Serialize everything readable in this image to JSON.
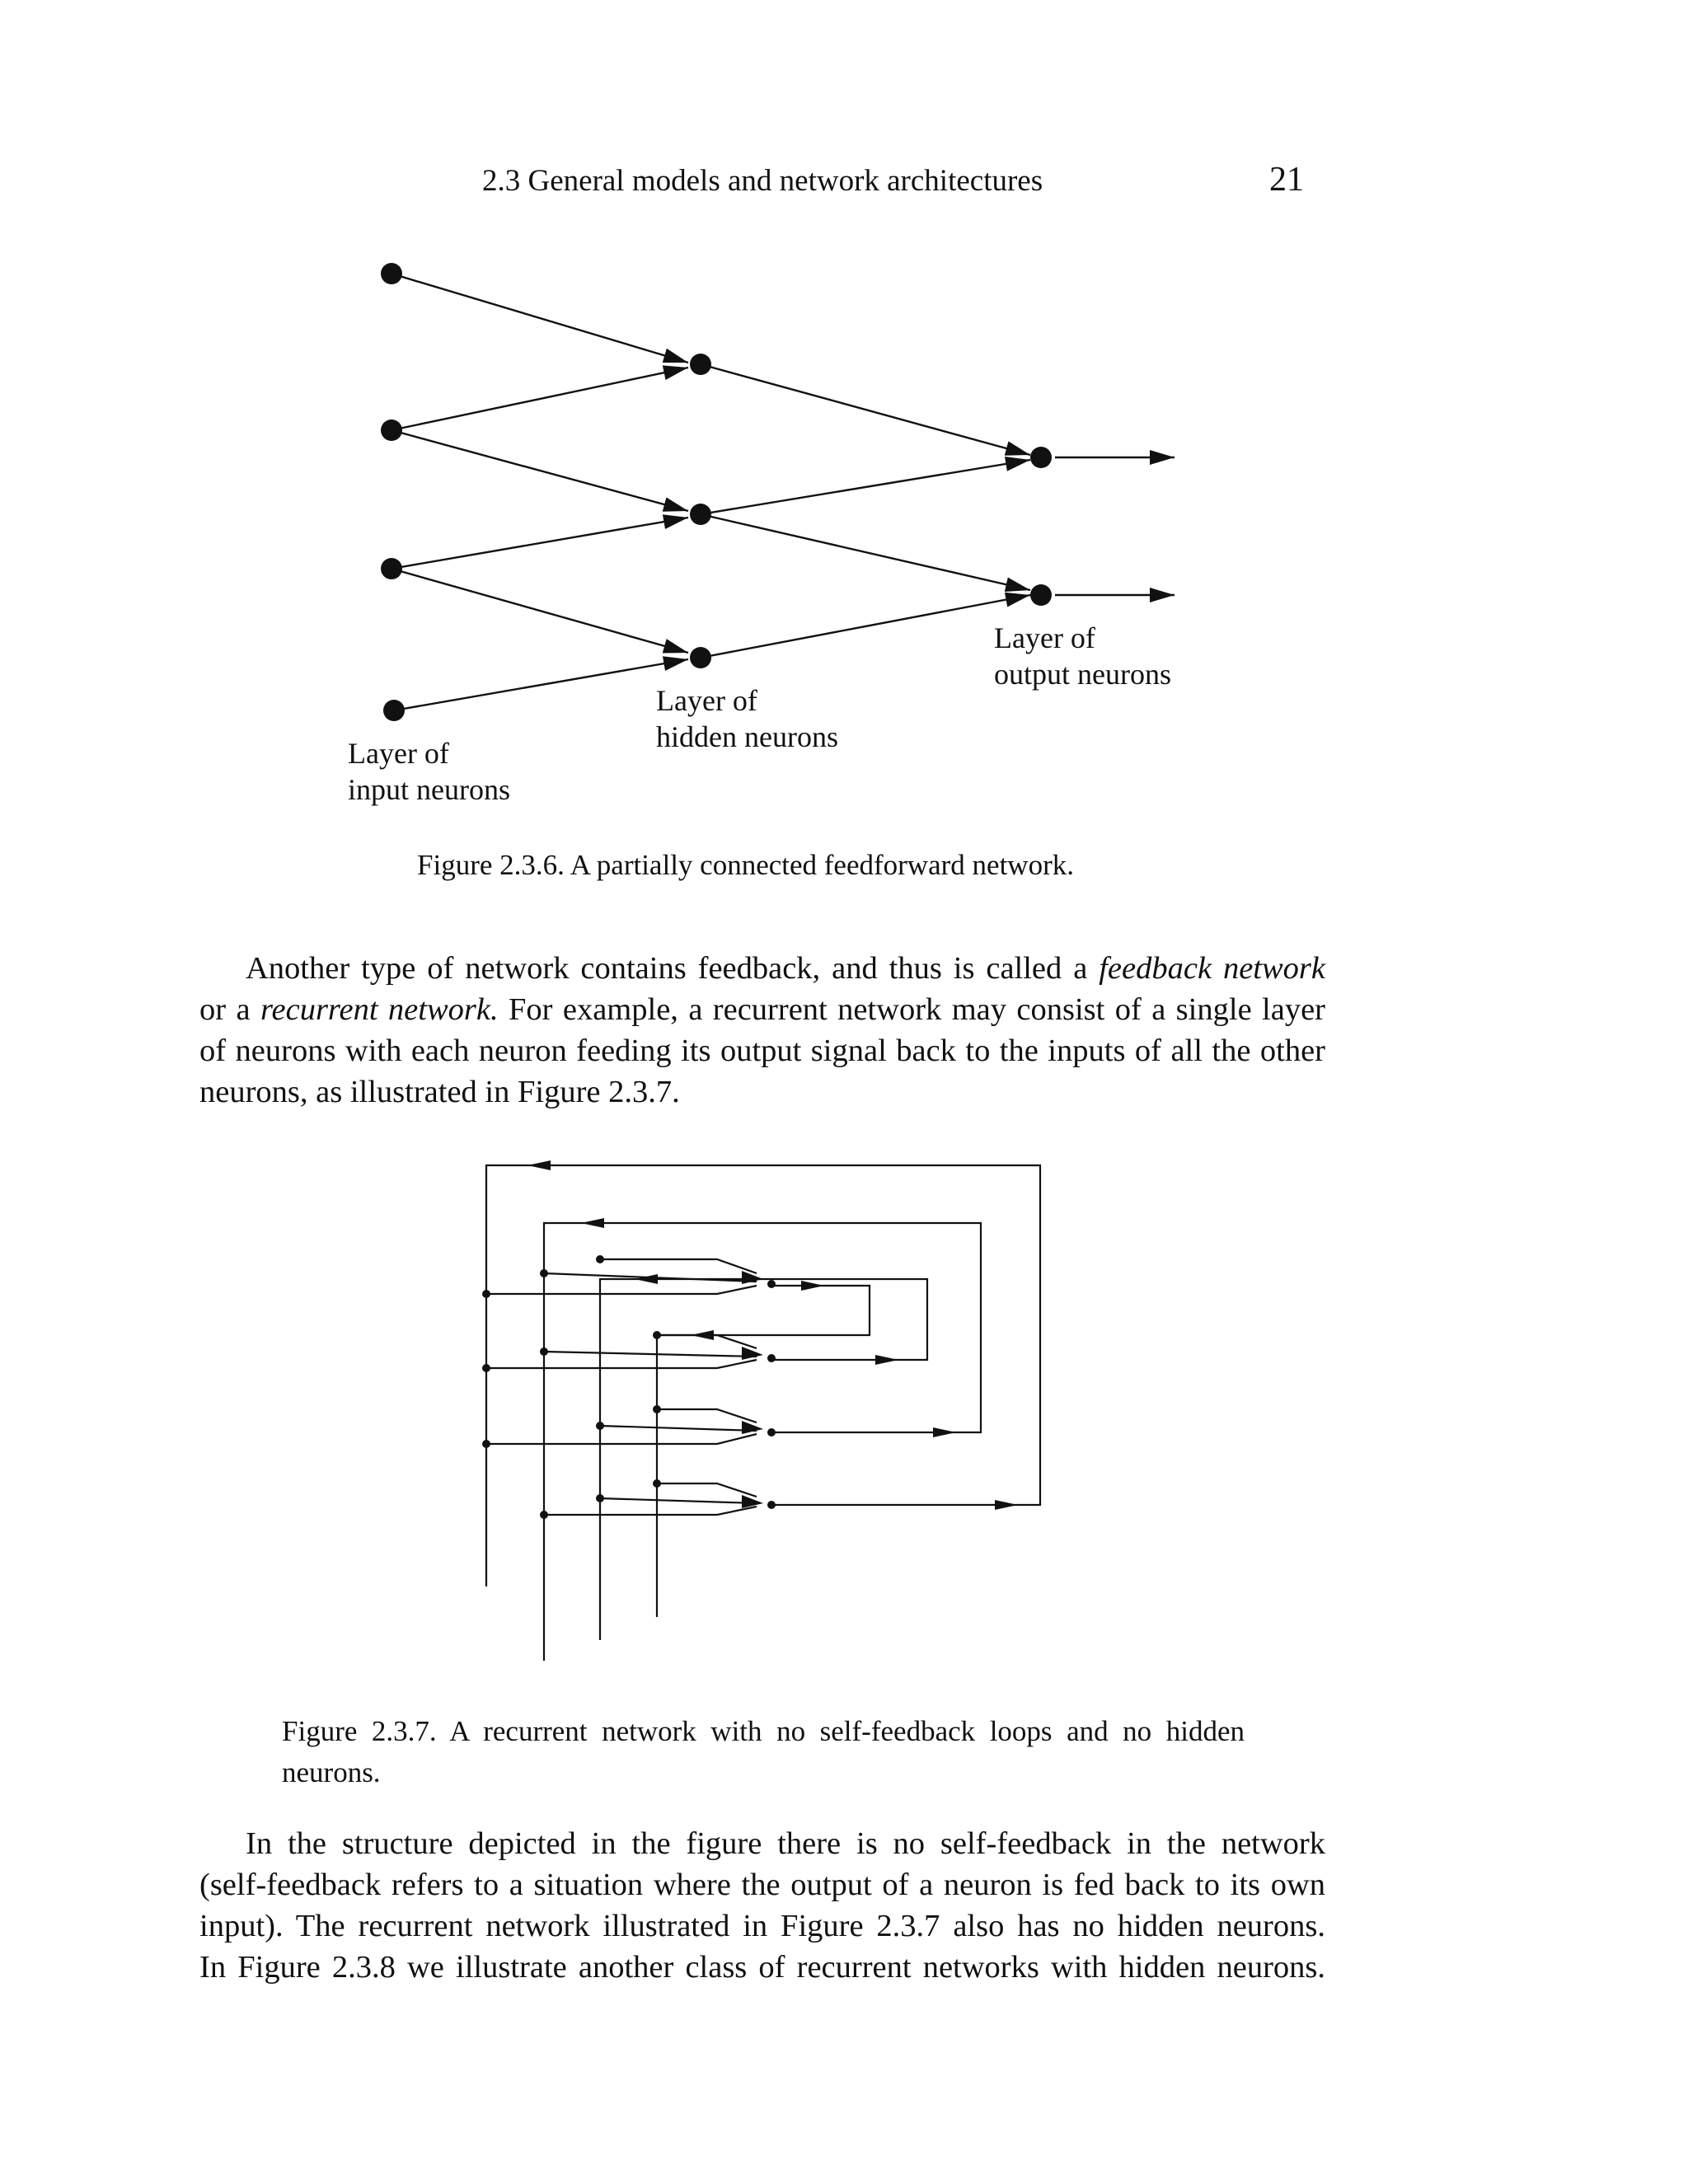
{
  "header": {
    "section_title": "2.3 General models and network architectures",
    "page_number": "21"
  },
  "figure_236": {
    "labels": {
      "input_line1": "Layer of",
      "input_line2": "input neurons",
      "hidden_line1": "Layer of",
      "hidden_line2": "hidden neurons",
      "output_line1": "Layer of",
      "output_line2": "output neurons"
    },
    "caption": "Figure 2.3.6. A partially connected feedforward network."
  },
  "paragraph1": {
    "line1_a": "Another type of network contains feedback, and thus is called a ",
    "line1_em": "feedback network",
    "line2_a": "or a ",
    "line2_em": "recurrent network.",
    "line2_b": " For example, a recurrent network may consist of a single layer",
    "line3": "of neurons with each neuron feeding its output signal back to the inputs of all the other",
    "line4": "neurons, as illustrated in Figure 2.3.7."
  },
  "figure_237": {
    "caption_line1": "Figure 2.3.7. A recurrent network with no self-feedback loops and no hidden",
    "caption_line2": "neurons."
  },
  "paragraph2": {
    "line1": "In the structure depicted in the figure there is no self-feedback in the network",
    "line2": "(self-feedback refers to a situation where the output of a neuron is fed back to its own",
    "line3": "input). The recurrent network illustrated in Figure 2.3.7 also has no hidden neurons.",
    "line4": "In Figure 2.3.8 we illustrate another class of recurrent networks with hidden neurons."
  }
}
